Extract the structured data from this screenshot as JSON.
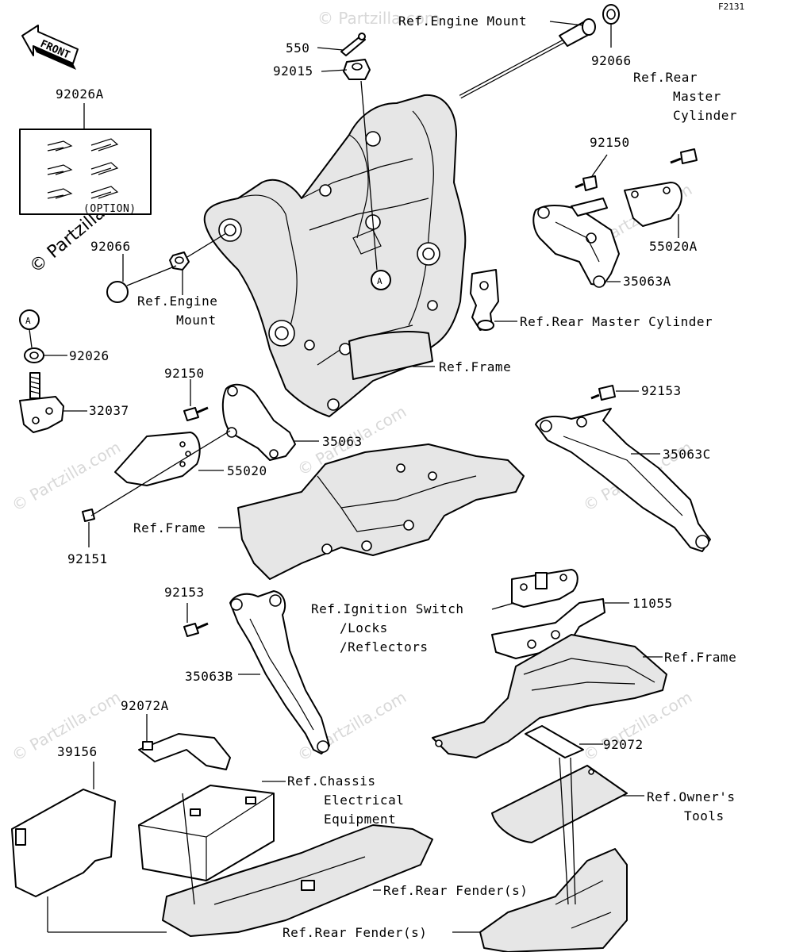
{
  "figure_code": "F2131",
  "front_label": "FRONT",
  "watermark": "© Partzilla.com",
  "callout_letter": "A",
  "option_label": "(OPTION)",
  "labels": {
    "ref_engine_mount_top": "Ref.Engine Mount",
    "p550": "550",
    "p92015": "92015",
    "p92066_top": "92066",
    "ref_rear_master_cyl_1": "Ref.Rear",
    "ref_rear_master_cyl_2": "Master",
    "ref_rear_master_cyl_3": "Cylinder",
    "p92026A": "92026A",
    "p92150_top": "92150",
    "p55020A": "55020A",
    "p35063A": "35063A",
    "p92066_left": "92066",
    "ref_engine_mount_left_1": "Ref.Engine",
    "ref_engine_mount_left_2": "Mount",
    "ref_rear_master_cylinder": "Ref.Rear Master Cylinder",
    "p92026": "92026",
    "ref_frame_1": "Ref.Frame",
    "p32037": "32037",
    "p92150_mid": "92150",
    "p92153_top": "92153",
    "p35063": "35063",
    "p35063C": "35063C",
    "p55020": "55020",
    "ref_frame_2": "Ref.Frame",
    "p92151": "92151",
    "p92153_left": "92153",
    "ref_ignition_1": "Ref.Ignition Switch",
    "ref_ignition_2": "/Locks",
    "ref_ignition_3": "/Reflectors",
    "p11055": "11055",
    "ref_frame_3": "Ref.Frame",
    "p35063B": "35063B",
    "p92072A": "92072A",
    "p39156": "39156",
    "p92072": "92072",
    "ref_chassis_1": "Ref.Chassis",
    "ref_chassis_2": "Electrical",
    "ref_chassis_3": "Equipment",
    "ref_owners_1": "Ref.Owner's",
    "ref_owners_2": "Tools",
    "ref_rear_fender_1": "Ref.Rear Fender(s)",
    "ref_rear_fender_2": "Ref.Rear Fender(s)"
  }
}
